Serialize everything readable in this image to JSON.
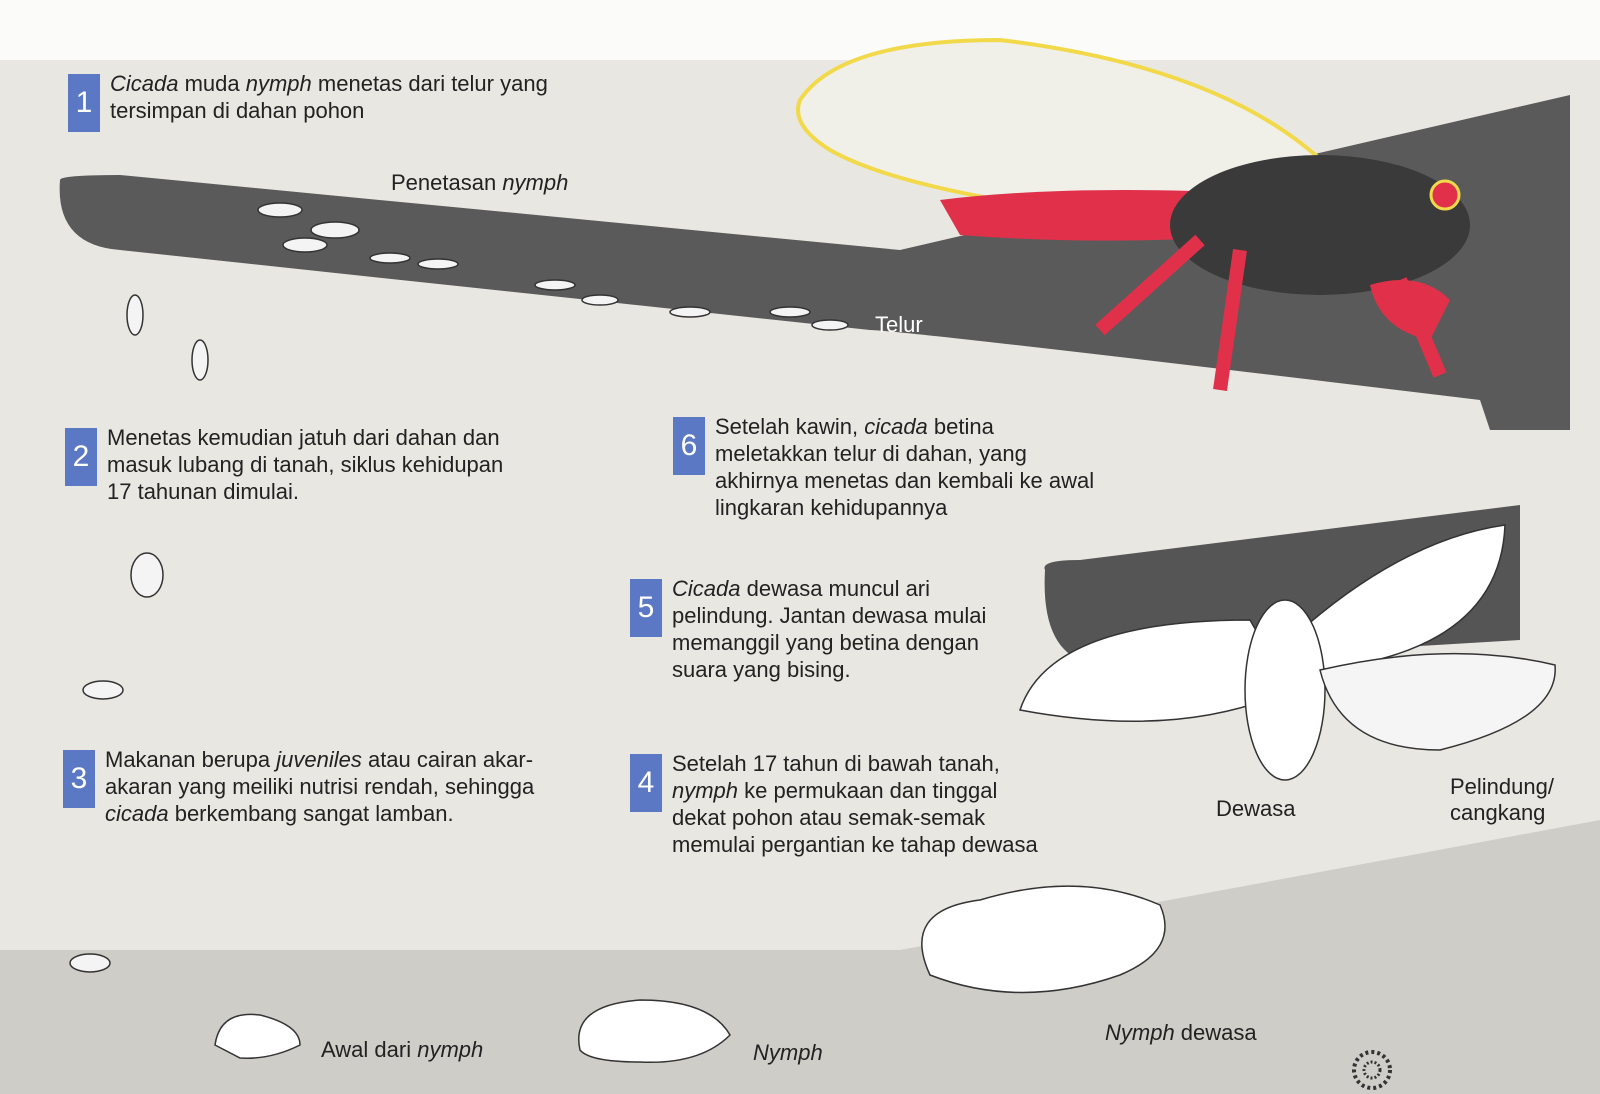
{
  "steps": [
    {
      "number": "1",
      "parts": [
        {
          "t": "Cicada",
          "i": true
        },
        {
          "t": " muda "
        },
        {
          "t": "nymph",
          "i": true
        },
        {
          "t": " menetas dari telur yang tersimpan di dahan pohon"
        }
      ]
    },
    {
      "number": "2",
      "parts": [
        {
          "t": "Menetas kemudian jatuh dari dahan dan masuk lubang di tanah, siklus kehidupan 17 tahunan dimulai."
        }
      ]
    },
    {
      "number": "3",
      "parts": [
        {
          "t": "Makanan berupa "
        },
        {
          "t": "juveniles",
          "i": true
        },
        {
          "t": " atau cairan akar-akaran yang meiliki nutrisi rendah, sehingga "
        },
        {
          "t": "cicada",
          "i": true
        },
        {
          "t": " berkembang sangat lamban."
        }
      ]
    },
    {
      "number": "4",
      "parts": [
        {
          "t": "Setelah 17 tahun di bawah tanah, "
        },
        {
          "t": "nymph",
          "i": true
        },
        {
          "t": " ke permukaan dan tinggal dekat pohon atau semak-semak memulai pergantian ke tahap dewasa"
        }
      ]
    },
    {
      "number": "5",
      "parts": [
        {
          "t": "Cicada",
          "i": true
        },
        {
          "t": " dewasa muncul ari pelindung. Jantan dewasa mulai memanggil yang betina dengan suara yang bising."
        }
      ]
    },
    {
      "number": "6",
      "parts": [
        {
          "t": "Setelah kawin, "
        },
        {
          "t": "cicada",
          "i": true
        },
        {
          "t": " betina meletakkan telur di dahan, yang akhirnya menetas dan kembali ke awal lingkaran kehidupannya"
        }
      ]
    }
  ],
  "labels": {
    "hatching": {
      "plain": "Penetasan ",
      "italic": "nymph"
    },
    "eggs": "Telur",
    "adult": "Dewasa",
    "shell": "Pelindung/ cangkang",
    "adult_nymph": {
      "italic": "Nymph",
      "plain": " dewasa"
    },
    "early_nymph": {
      "plain": "Awal dari ",
      "italic": "nymph"
    },
    "nymph": "Nymph"
  },
  "colors": {
    "number_box": "#5b78c4",
    "branch": "#555555",
    "cicada_body": "#3a3a3a",
    "cicada_legs": "#e0304a",
    "wing_edge": "#f2d94a"
  }
}
